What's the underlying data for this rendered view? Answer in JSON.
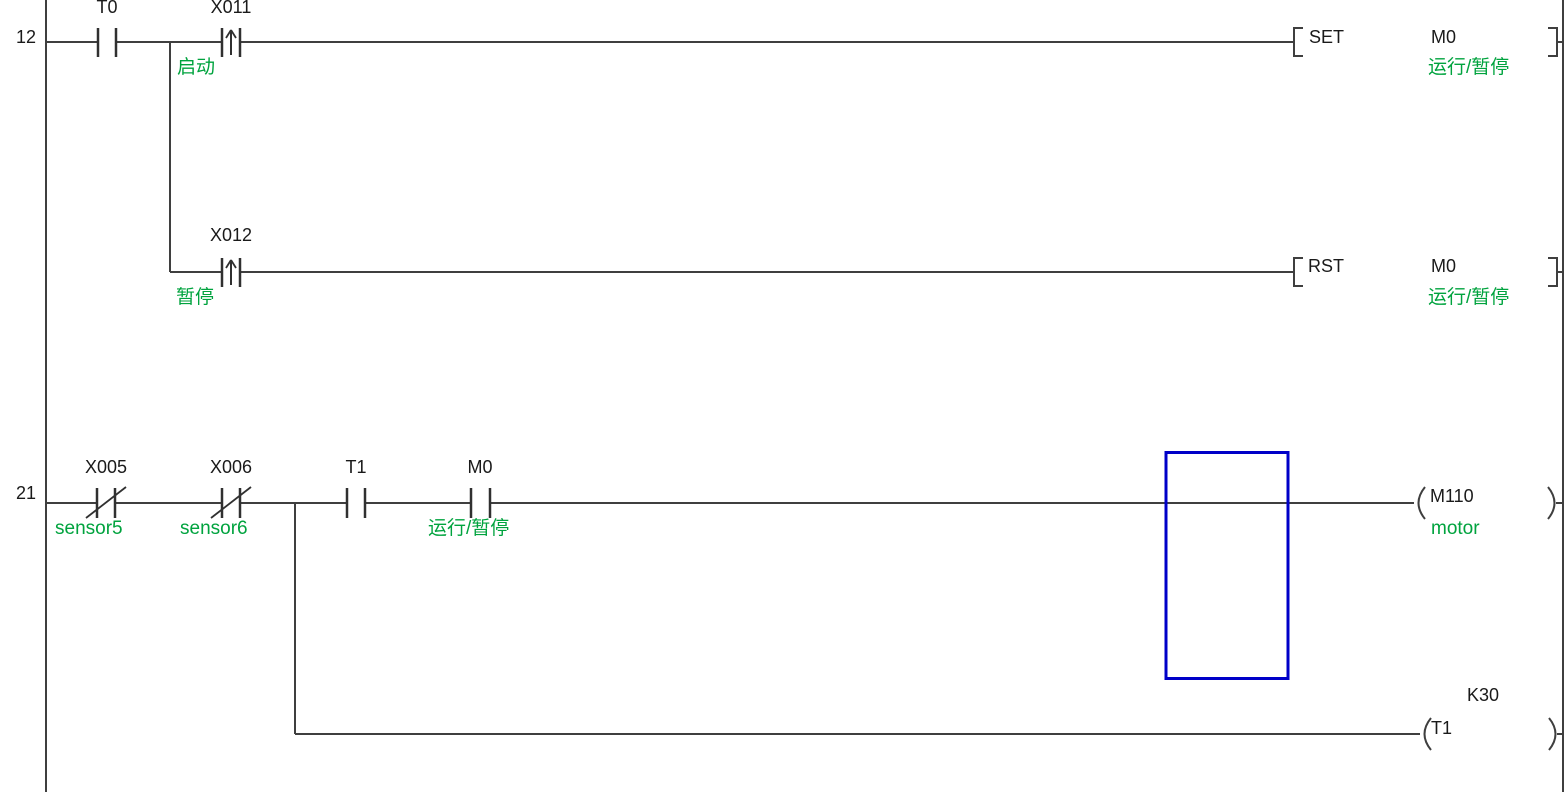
{
  "editor": {
    "kind": "plc-ladder-diagram",
    "colors": {
      "wire": "#3f3f3f",
      "device_text": "#1a1a1a",
      "comment_text": "#00a33e",
      "edit_cursor": "#0000c8",
      "background": "#ffffff"
    },
    "rungs": [
      {
        "number": "12",
        "rows": [
          {
            "contacts": [
              {
                "device": "T0",
                "type": "normally-open",
                "comment": ""
              },
              {
                "device": "X011",
                "type": "rising-edge",
                "comment": "启动"
              }
            ],
            "instruction": {
              "op": "SET",
              "operand": "M0",
              "operand_comment": "运行/暂停"
            }
          },
          {
            "contacts": [
              {
                "device": "X012",
                "type": "rising-edge",
                "comment": "暂停"
              }
            ],
            "instruction": {
              "op": "RST",
              "operand": "M0",
              "operand_comment": "运行/暂停"
            }
          }
        ]
      },
      {
        "number": "21",
        "rows": [
          {
            "contacts": [
              {
                "device": "X005",
                "type": "normally-closed",
                "comment": "sensor5"
              },
              {
                "device": "X006",
                "type": "normally-closed",
                "comment": "sensor6"
              },
              {
                "device": "T1",
                "type": "normally-open",
                "comment": ""
              },
              {
                "device": "M0",
                "type": "normally-open",
                "comment": "运行/暂停"
              }
            ],
            "coil": {
              "operand": "M110",
              "comment": "motor"
            }
          },
          {
            "coil": {
              "operand": "T1",
              "preset": "K30"
            }
          }
        ]
      }
    ]
  }
}
